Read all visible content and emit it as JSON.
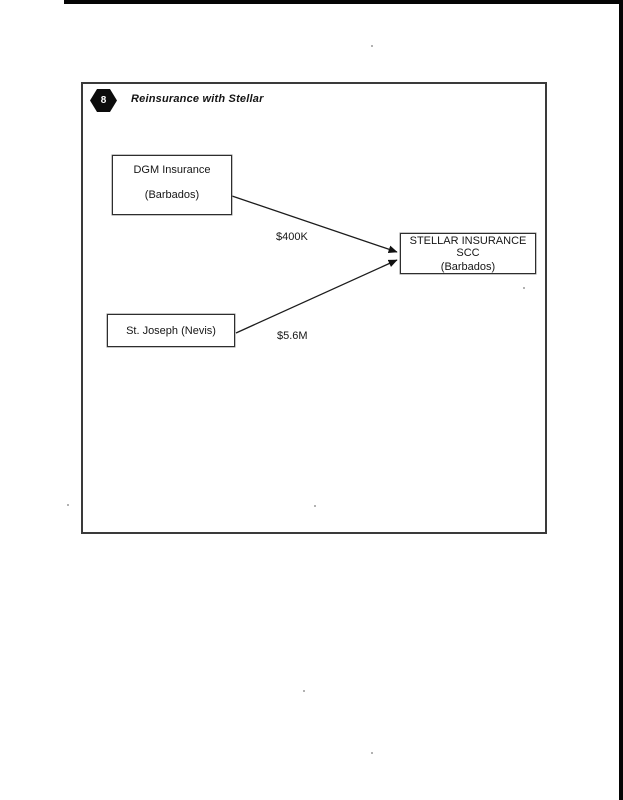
{
  "page": {
    "badge_number": "8",
    "title": "Reinsurance with Stellar"
  },
  "nodes": [
    {
      "id": "dgm",
      "line1": "DGM Insurance",
      "line2": "(Barbados)"
    },
    {
      "id": "stellar",
      "line1": "STELLAR INSURANCE SCC",
      "line2": "(Barbados)"
    },
    {
      "id": "stjoseph",
      "line1": "St. Joseph (Nevis)"
    }
  ],
  "edges": [
    {
      "from": "dgm",
      "to": "stellar",
      "label": "$400K"
    },
    {
      "from": "stjoseph",
      "to": "stellar",
      "label": "$5.6M"
    }
  ],
  "colors": {
    "ink": "#161616",
    "box_border": "#2e2e2e",
    "frame_border": "#3a3a3a",
    "artifact": "#050505",
    "background": "#ffffff"
  }
}
